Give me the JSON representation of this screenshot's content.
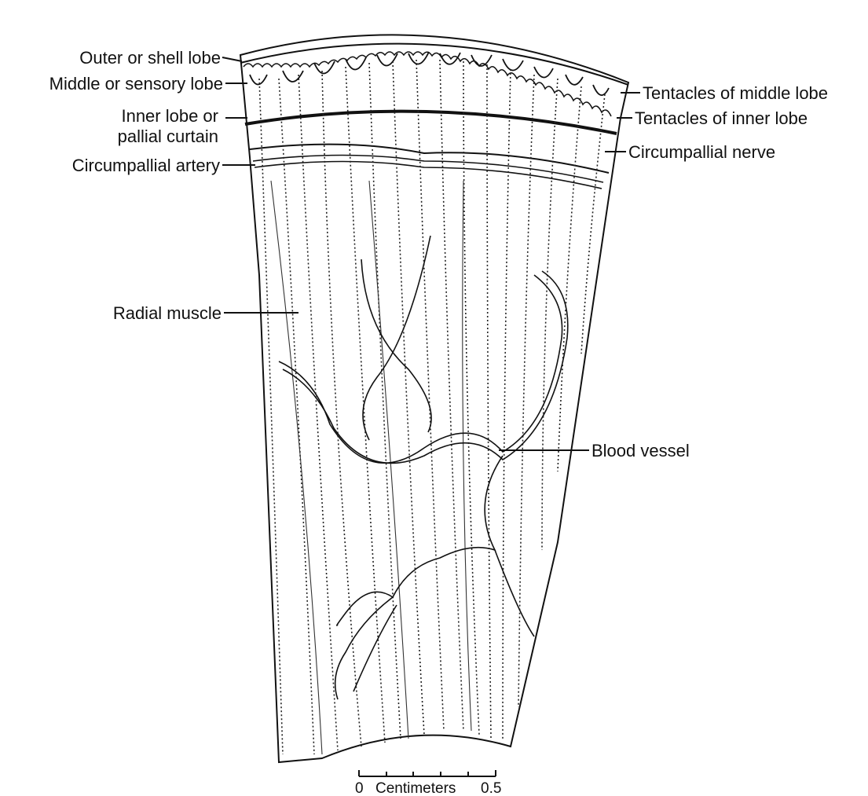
{
  "labels": {
    "outer_lobe": "Outer or shell lobe",
    "middle_lobe": "Middle or sensory lobe",
    "inner_lobe_line1": "Inner lobe or",
    "inner_lobe_line2": "pallial curtain",
    "circumpallial_artery": "Circumpallial artery",
    "radial_muscle": "Radial muscle",
    "tentacles_middle": "Tentacles of middle lobe",
    "tentacles_inner": "Tentacles of inner lobe",
    "circumpallial_nerve": "Circumpallial nerve",
    "blood_vessel": "Blood vessel"
  },
  "scale_bar": {
    "start_label": "0",
    "unit_label": "Centimeters",
    "end_label": "0.5"
  }
}
